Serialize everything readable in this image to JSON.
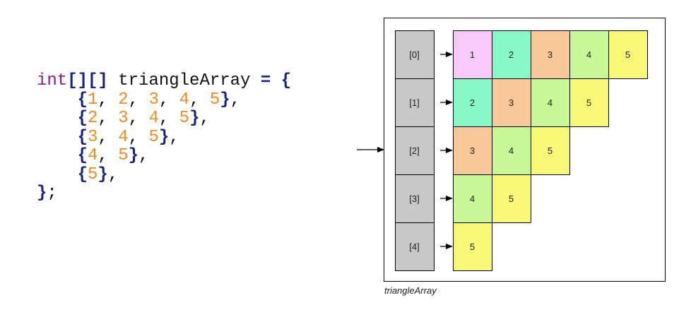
{
  "code": {
    "lines": [
      [
        {
          "t": "int",
          "c": "kw"
        },
        {
          "t": "[][]",
          "c": "br"
        },
        {
          "t": " triangleArray ",
          "c": "id"
        },
        {
          "t": "=",
          "c": "br"
        },
        {
          "t": " ",
          "c": "id"
        },
        {
          "t": "{",
          "c": "br"
        }
      ],
      [
        {
          "t": "    ",
          "c": "id"
        },
        {
          "t": "{",
          "c": "br"
        },
        {
          "t": "1",
          "c": "num"
        },
        {
          "t": ", ",
          "c": "pn"
        },
        {
          "t": "2",
          "c": "num"
        },
        {
          "t": ", ",
          "c": "pn"
        },
        {
          "t": "3",
          "c": "num"
        },
        {
          "t": ", ",
          "c": "pn"
        },
        {
          "t": "4",
          "c": "num"
        },
        {
          "t": ", ",
          "c": "pn"
        },
        {
          "t": "5",
          "c": "num"
        },
        {
          "t": "}",
          "c": "br"
        },
        {
          "t": ",",
          "c": "pn"
        }
      ],
      [
        {
          "t": "    ",
          "c": "id"
        },
        {
          "t": "{",
          "c": "br"
        },
        {
          "t": "2",
          "c": "num"
        },
        {
          "t": ", ",
          "c": "pn"
        },
        {
          "t": "3",
          "c": "num"
        },
        {
          "t": ", ",
          "c": "pn"
        },
        {
          "t": "4",
          "c": "num"
        },
        {
          "t": ", ",
          "c": "pn"
        },
        {
          "t": "5",
          "c": "num"
        },
        {
          "t": "}",
          "c": "br"
        },
        {
          "t": ",",
          "c": "pn"
        }
      ],
      [
        {
          "t": "    ",
          "c": "id"
        },
        {
          "t": "{",
          "c": "br"
        },
        {
          "t": "3",
          "c": "num"
        },
        {
          "t": ", ",
          "c": "pn"
        },
        {
          "t": "4",
          "c": "num"
        },
        {
          "t": ", ",
          "c": "pn"
        },
        {
          "t": "5",
          "c": "num"
        },
        {
          "t": "}",
          "c": "br"
        },
        {
          "t": ",",
          "c": "pn"
        }
      ],
      [
        {
          "t": "    ",
          "c": "id"
        },
        {
          "t": "{",
          "c": "br"
        },
        {
          "t": "4",
          "c": "num"
        },
        {
          "t": ", ",
          "c": "pn"
        },
        {
          "t": "5",
          "c": "num"
        },
        {
          "t": "}",
          "c": "br"
        },
        {
          "t": ",",
          "c": "pn"
        }
      ],
      [
        {
          "t": "    ",
          "c": "id"
        },
        {
          "t": "{",
          "c": "br"
        },
        {
          "t": "5",
          "c": "num"
        },
        {
          "t": "}",
          "c": "br"
        },
        {
          "t": ",",
          "c": "pn"
        }
      ],
      [
        {
          "t": "}",
          "c": "br"
        },
        {
          "t": ";",
          "c": "pn"
        }
      ]
    ]
  },
  "diagram": {
    "index_labels": [
      "[0]",
      "[1]",
      "[2]",
      "[3]",
      "[4]"
    ],
    "rows": [
      [
        "1",
        "2",
        "3",
        "4",
        "5"
      ],
      [
        "2",
        "3",
        "4",
        "5"
      ],
      [
        "3",
        "4",
        "5"
      ],
      [
        "4",
        "5"
      ],
      [
        "5"
      ]
    ],
    "value_colors": {
      "1": "#f8c8f8",
      "2": "#88f8c8",
      "3": "#f8c898",
      "4": "#c8f898",
      "5": "#f8f878"
    },
    "index_cell_color": "#c8c8c8",
    "caption": "triangleArray"
  }
}
